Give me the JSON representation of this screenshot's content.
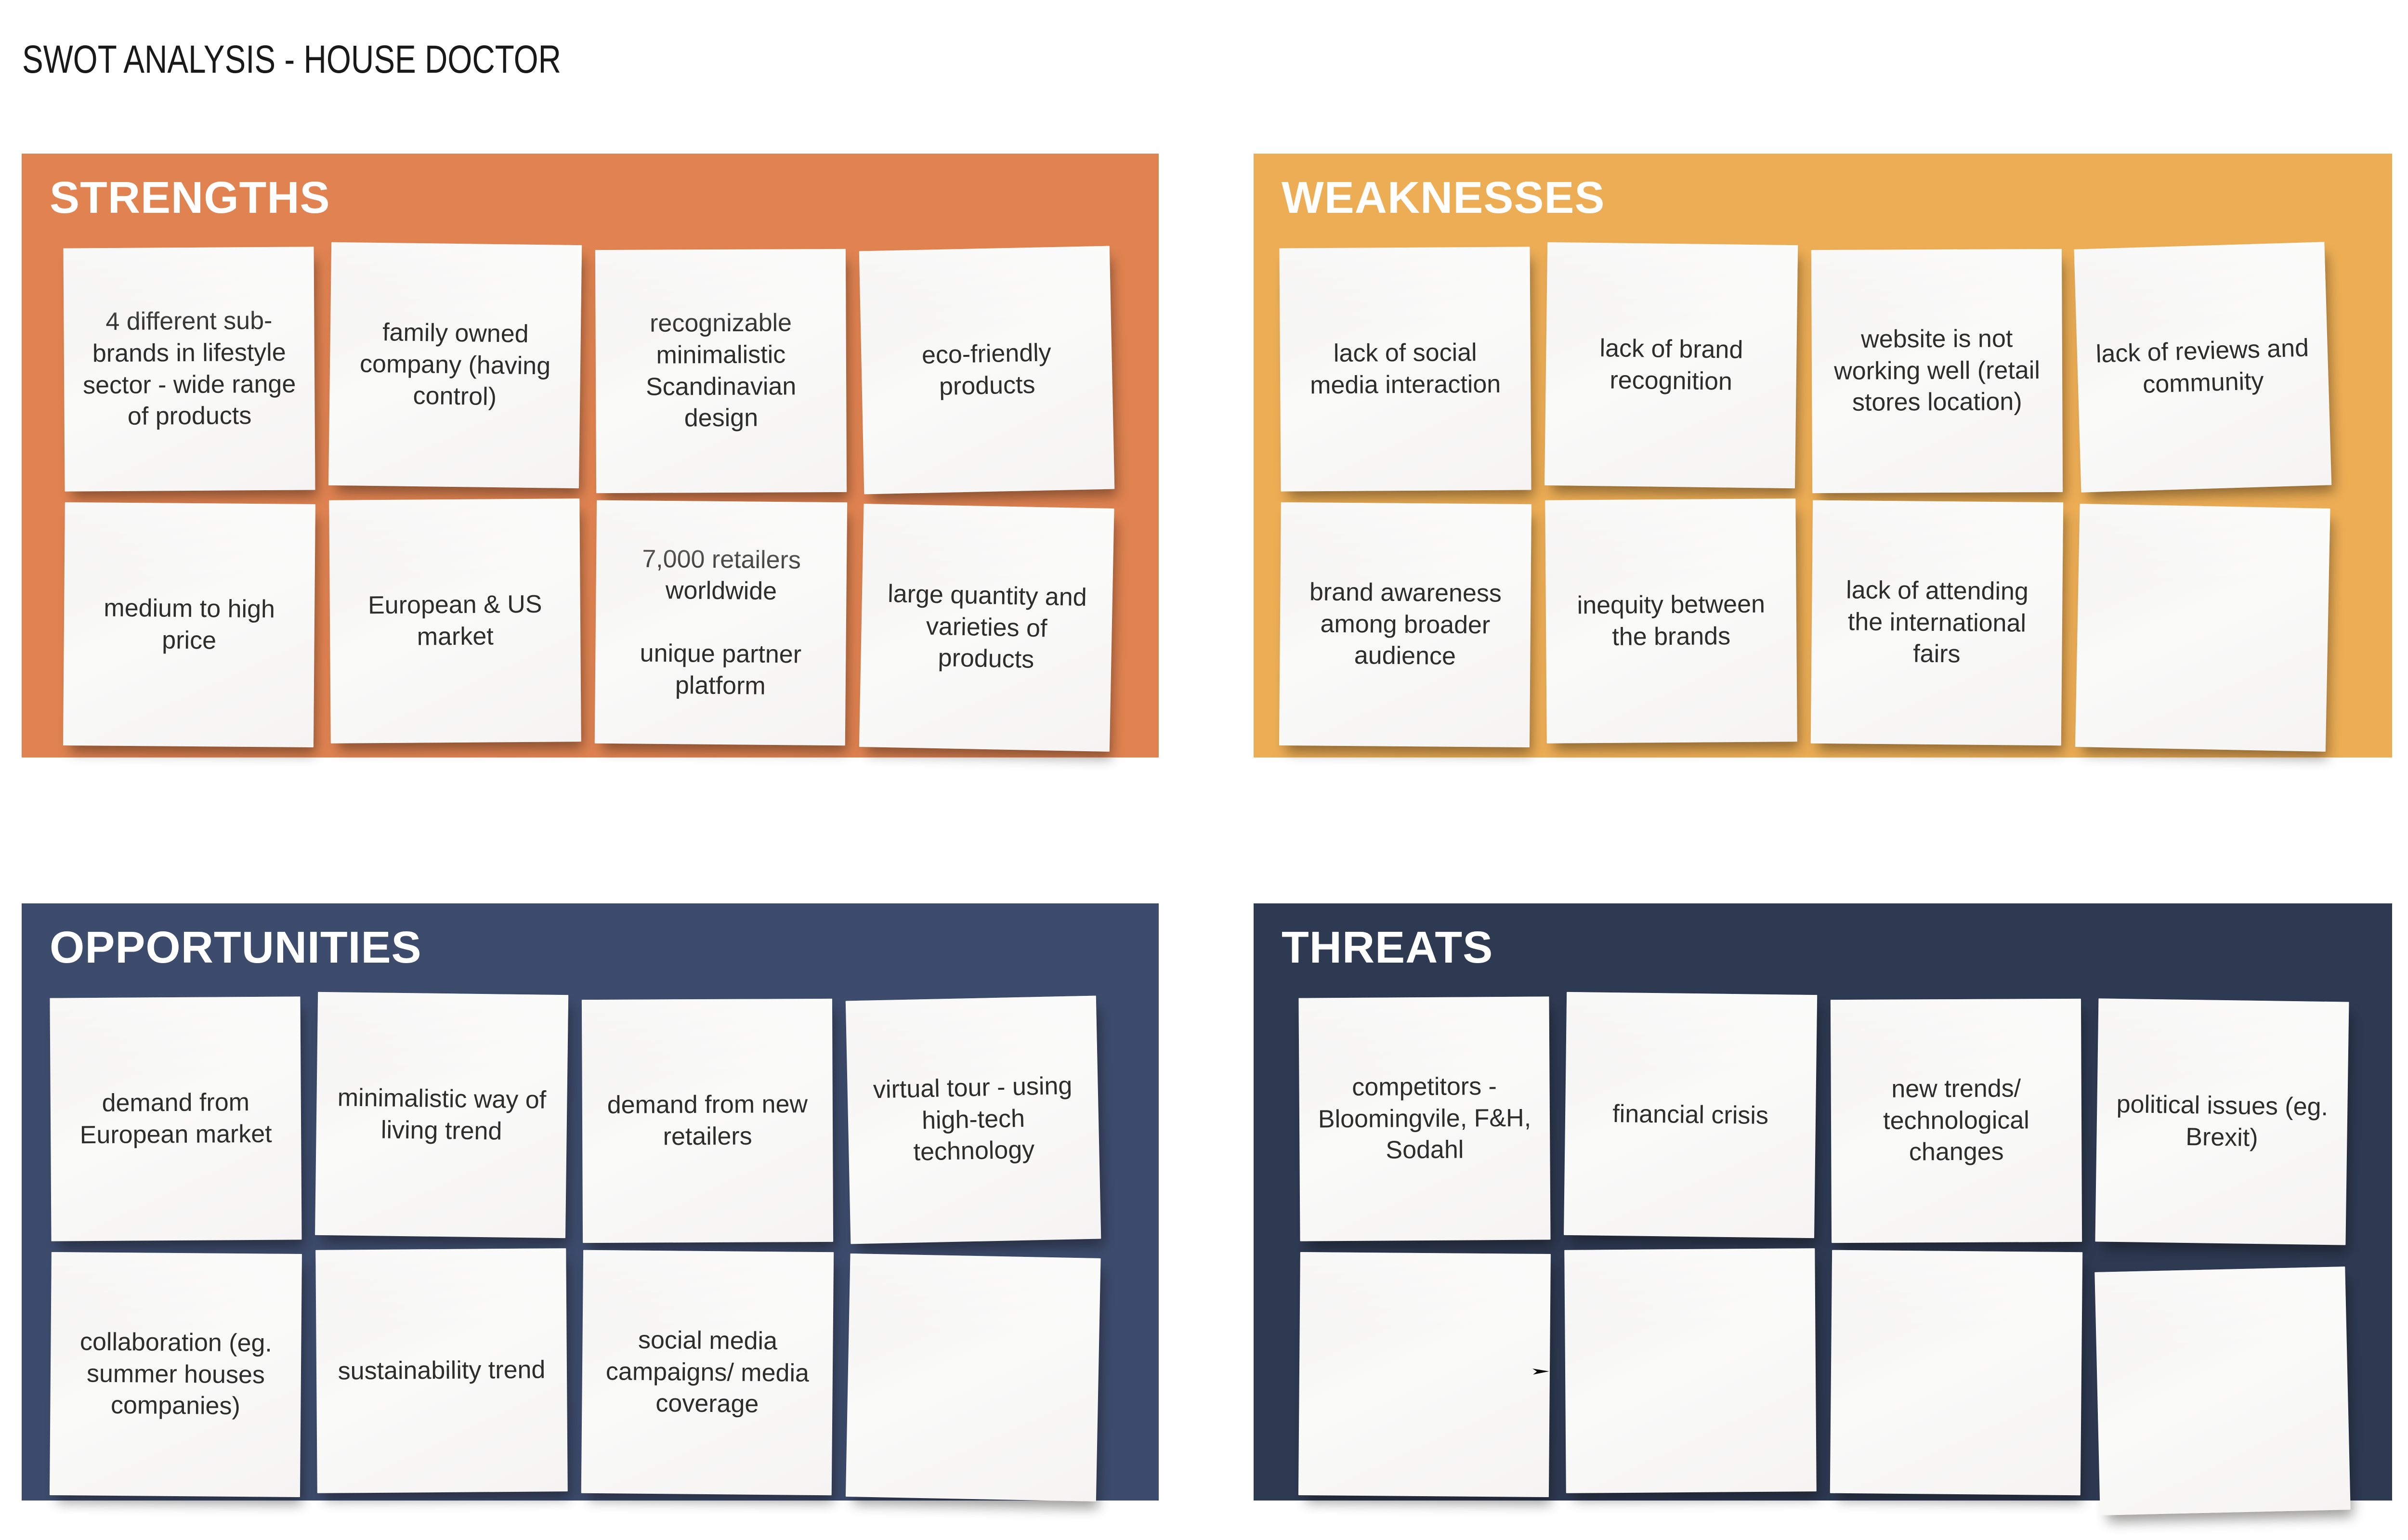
{
  "title": "SWOT ANALYSIS - HOUSE DOCTOR",
  "colors": {
    "page_background": "#FFFFFF",
    "strengths_panel": "#E08351",
    "weaknesses_panel": "#ECAD55",
    "opportunities_panel": "#3D4B6C",
    "threats_panel": "#2E3A52",
    "note_background": "#F7F6F5",
    "note_text": "#2D2D2D",
    "header_text": "#FFFFFF",
    "title_text": "#191919"
  },
  "panels": [
    {
      "id": "strengths",
      "label": "STRENGTHS",
      "color": "#E08351",
      "notes": [
        "4 different sub-brands in lifestyle sector - wide range of products",
        "family owned company (having control)",
        "recognizable minimalistic Scandinavian design",
        "eco-friendly products",
        "medium to high price",
        "European & US market",
        "7,000 retailers worldwide\n\nunique partner platform",
        "large quantity and varieties of products"
      ]
    },
    {
      "id": "weaknesses",
      "label": "WEAKNESSES",
      "color": "#ECAD55",
      "notes": [
        "lack of social media interaction",
        "lack of brand recognition",
        "website is not working well (retail stores location)",
        "lack of reviews and community",
        "brand awareness among broader audience",
        "inequity between the brands",
        "lack of attending the international fairs",
        ""
      ]
    },
    {
      "id": "opportunities",
      "label": "OPPORTUNITIES",
      "color": "#3D4B6C",
      "notes": [
        "demand from European market",
        "minimalistic way of living trend",
        "demand from new retailers",
        "virtual tour - using high-tech technology",
        "collaboration (eg. summer houses companies)",
        "sustainability trend",
        "social media campaigns/ media coverage",
        ""
      ]
    },
    {
      "id": "threats",
      "label": "THREATS",
      "color": "#2E3A52",
      "notes": [
        "competitors - Bloomingvile, F&H, Sodahl",
        "financial crisis",
        "new trends/ technological changes",
        "political issues (eg. Brexit)",
        "",
        "",
        "",
        ""
      ]
    }
  ],
  "artifacts": {
    "ink_mark": "➤"
  }
}
